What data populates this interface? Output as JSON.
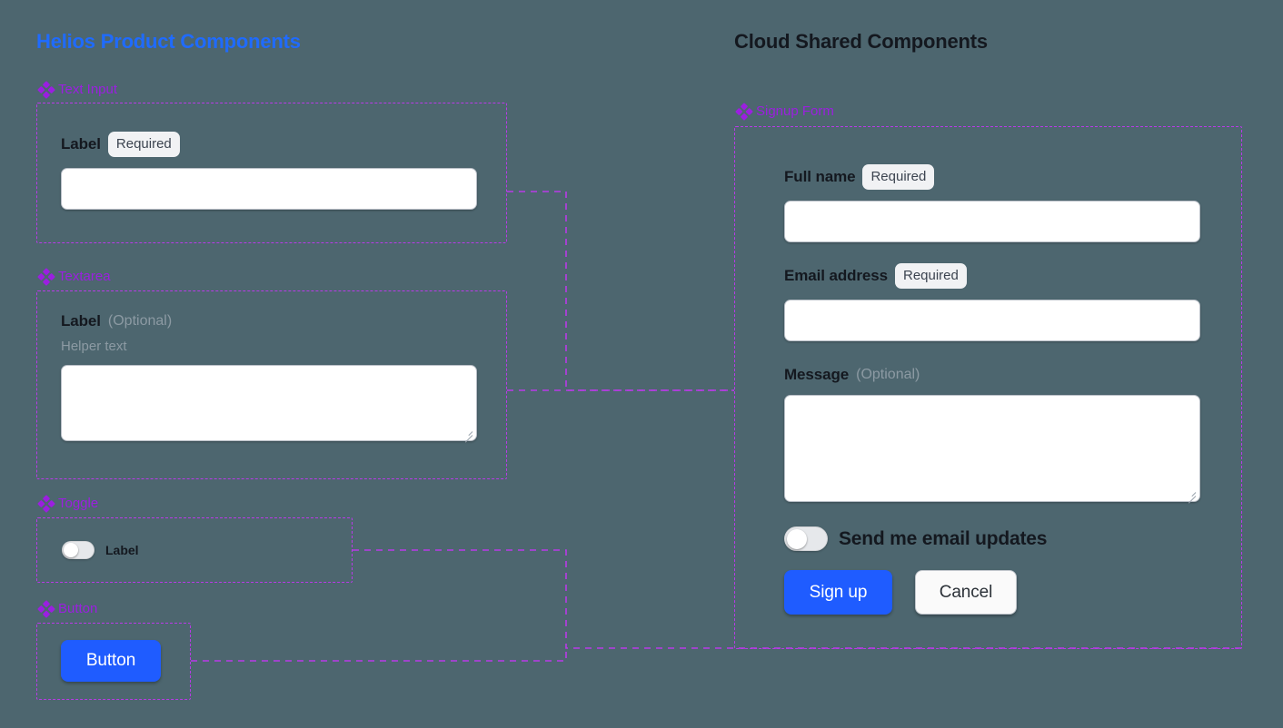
{
  "canvas": {
    "background": "#4d666f",
    "accent_blue": "#1f5cff",
    "accent_purple": "#9b1fe0",
    "frame_border": "#b93ae8"
  },
  "left_panel": {
    "title": "Helios Product Components",
    "title_color": "#1f6bff",
    "components": [
      {
        "tag": "Text Input",
        "icon": "diamond-cluster-icon",
        "label": "Label",
        "badge": "Required"
      },
      {
        "tag": "Textarea",
        "icon": "diamond-cluster-icon",
        "label": "Label",
        "optional": "(Optional)",
        "helper": "Helper text"
      },
      {
        "tag": "Toggle",
        "icon": "diamond-cluster-icon",
        "label": "Label",
        "state": "off"
      },
      {
        "tag": "Button",
        "icon": "diamond-cluster-icon",
        "label": "Button"
      }
    ]
  },
  "right_panel": {
    "title": "Cloud Shared Components",
    "title_color": "#14181f",
    "form": {
      "tag": "Signup Form",
      "icon": "diamond-cluster-icon",
      "fields": [
        {
          "label": "Full name",
          "badge": "Required",
          "type": "text"
        },
        {
          "label": "Email address",
          "badge": "Required",
          "type": "text"
        },
        {
          "label": "Message",
          "optional": "(Optional)",
          "type": "textarea"
        }
      ],
      "toggle": {
        "label": "Send me email updates",
        "state": "off"
      },
      "actions": {
        "primary": "Sign up",
        "secondary": "Cancel"
      }
    }
  }
}
